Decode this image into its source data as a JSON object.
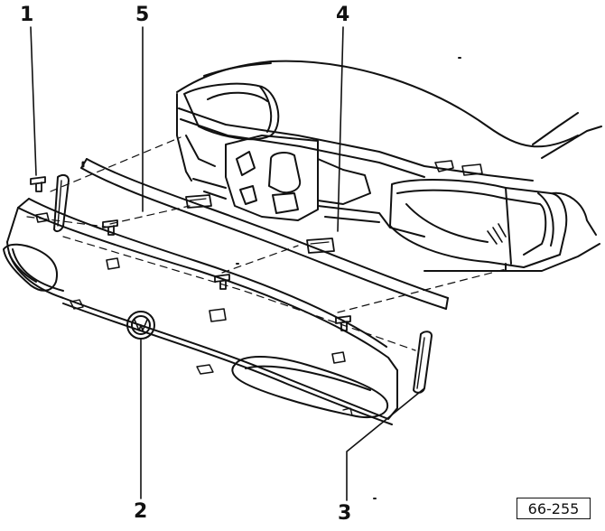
{
  "callouts": {
    "c1": "1",
    "c2": "2",
    "c3": "3",
    "c4": "4",
    "c5": "5"
  },
  "figure_ref": "66-255",
  "colors": {
    "ink": "#111111",
    "background": "#ffffff"
  }
}
